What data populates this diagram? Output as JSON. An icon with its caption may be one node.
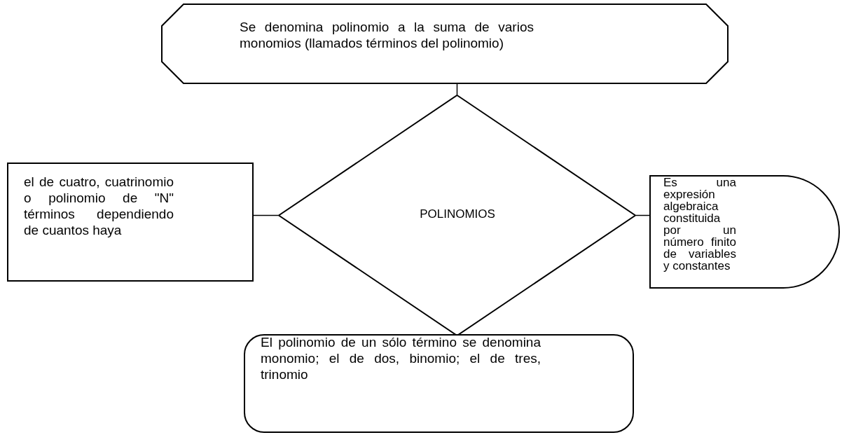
{
  "diagram": {
    "nodes": [
      {
        "text": [
          "Se denomina polinomio a la suma de varios monomios (llamados términos del polinomio)"
        ]
      },
      {
        "text": [
          "el de cuatro, cuatrinomio o polinomio de \"N\" términos dependiendo de cuantos haya"
        ]
      },
      {
        "text": [
          "POLINOMIOS"
        ]
      },
      {
        "text": [
          "Es una expresión algebraica constituida por un número finito de variables y constantes"
        ]
      },
      {
        "text": [
          "El polinomio de un sólo término se denomina monomio; el de dos, binomio; el de tres, trinomio"
        ]
      }
    ],
    "edges": [
      {
        "from": 0,
        "to": 2,
        "arrow": "none"
      },
      {
        "from": 1,
        "to": 2,
        "arrow": "none"
      },
      {
        "from": 2,
        "to": 3,
        "arrow": "none"
      }
    ]
  }
}
